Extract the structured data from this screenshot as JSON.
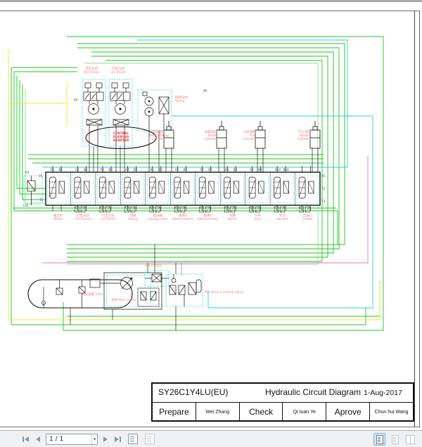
{
  "toolbar": {
    "page_field": "1 / 1"
  },
  "title_block": {
    "model": "SY26C1Y4LU(EU)",
    "doc_title": "Hydraulic Circuit Diagram",
    "date": "1-Aug-2017",
    "prepare_label": "Prepare",
    "prepare_name": "Wei Zhang",
    "check_label": "Check",
    "check_name": "Qi tuan Ye",
    "approve_label": "Aprove",
    "approve_name": "Chun hui Wang"
  },
  "diagram": {
    "central_adapter": [
      "CENTRAL",
      "SLEWING",
      "ADAPTER"
    ],
    "top_motors": [
      {
        "cn": "行走马达",
        "en": "RH Travel"
      },
      {
        "cn": "行走马达",
        "en": "LH Travel"
      },
      {
        "cn": "回转马达",
        "en": "Swing"
      }
    ],
    "cylinders": [
      {
        "cn": "摆动油缸",
        "en": "Boom Swing",
        "en2": "Cylinder"
      },
      {
        "cn": "动臂油缸",
        "en": "Boom",
        "en2": "Cylinder"
      },
      {
        "cn": "斗杆油缸",
        "en": "Arm",
        "en2": "Cylinder"
      },
      {
        "cn": "铲斗油缸",
        "en": "Bucket",
        "en2": "Cylinder"
      }
    ],
    "sections": [
      {
        "cn": "推土铲",
        "en": "Blade"
      },
      {
        "cn": "行走马达",
        "en": "RH Travel"
      },
      {
        "cn": "行走马达",
        "en": "LH Travel"
      },
      {
        "cn": "回转",
        "en": "Swing"
      },
      {
        "cn": "摆动阀",
        "en": "Swing valve"
      },
      {
        "cn": "备用1",
        "en": "Attachment1"
      },
      {
        "cn": "备用2",
        "en": "Attachment2"
      },
      {
        "cn": "动臂",
        "en": "Boom"
      },
      {
        "cn": "斗杆",
        "en": "Arm"
      },
      {
        "cn": "铲斗",
        "en": "Bucket"
      },
      {
        "cn": "出油口",
        "en": "outlet"
      }
    ],
    "ports_top": [
      "A1",
      "B1",
      "A2",
      "B2",
      "A3",
      "B3",
      "A4",
      "B4",
      "A5",
      "B5",
      "A6",
      "B6",
      "A7",
      "B7",
      "A8",
      "B8",
      "A9",
      "B9",
      "A10",
      "B10"
    ],
    "ports_misc": [
      "P1",
      "T1",
      "P2",
      "T2",
      "T3",
      "P3",
      "LS1",
      "PP",
      "PP"
    ],
    "bottom_labels": {
      "air_filter": "AIR FILTER",
      "tank": "液压油箱 Tank",
      "pump": "主泵 Main pump",
      "service_valve": "M5 service control valve"
    }
  }
}
